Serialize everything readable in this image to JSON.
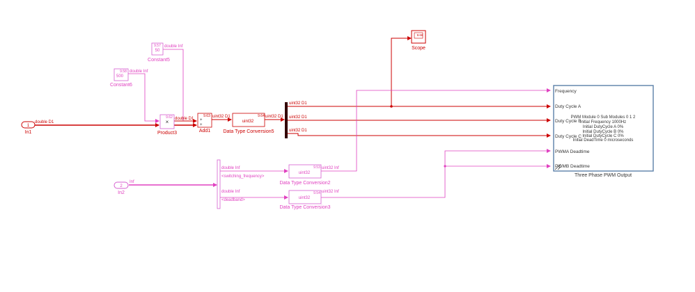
{
  "colors": {
    "signal_fixed": "#cc0000",
    "signal_double": "#e040c0",
    "block_border_pink": "#d65fd0",
    "pwm_border": "#5a7fa8",
    "label_text": "#333333"
  },
  "blocks": {
    "in1": {
      "port": "1",
      "name": "In1"
    },
    "in2": {
      "port": "2",
      "name": "In2"
    },
    "constant5": {
      "rate": "9.57",
      "value": "50",
      "name": "Constant5"
    },
    "constant6": {
      "rate": "9.58",
      "value": "500",
      "name": "Constant6"
    },
    "product3": {
      "rate": "9.62",
      "symbol": "×",
      "name": "Product3"
    },
    "add1": {
      "rate": "9.63",
      "name": "Add1"
    },
    "dtc5": {
      "rate": "9.64",
      "value": "uint32",
      "name": "Data Type Conversion5"
    },
    "dtc2": {
      "rate": "9.53",
      "value": "uint32",
      "name": "Data Type Conversion2"
    },
    "dtc3": {
      "rate": "9.54",
      "value": "uint32",
      "name": "Data Type Conversion3"
    },
    "scope": {
      "rate": "9.66",
      "name": "Scope"
    },
    "pwm": {
      "name": "Three Phase PWM Output",
      "ports": [
        "Frequency",
        "Duty Cycle A",
        "Duty Cycle B",
        "Duty Cycle C",
        "PWMA Deadtime",
        "PWMB Deadtime"
      ],
      "info": [
        "PWM Module  0   Sub Modules 0 1 2",
        "Initial Frequency  1000Hz",
        "Initial DutyCycle A 0%",
        "Initial DutyCycle B 0%",
        "Initial DutyCycle C 0%",
        "Initial DeadTime 0 microseconds"
      ]
    }
  },
  "signals": {
    "in1_out": "double D1",
    "const5_out": "double Inf",
    "const6_out": "double Inf",
    "product_out": "double D1",
    "add_out": "uint32 D1",
    "dtc5_out": "uint32 D1",
    "demux_a": "uint32 D1",
    "demux_b": "uint32 D1",
    "demux_c": "uint32 D1",
    "in2_out": "Inf",
    "bus_sel_1": "double Inf",
    "bus_sel_1_name": "<switching_frequency>",
    "bus_sel_2": "double Inf",
    "bus_sel_2_name": "<deadband>",
    "dtc2_out": "uint32 Inf",
    "dtc3_out": "uint32 Inf"
  }
}
